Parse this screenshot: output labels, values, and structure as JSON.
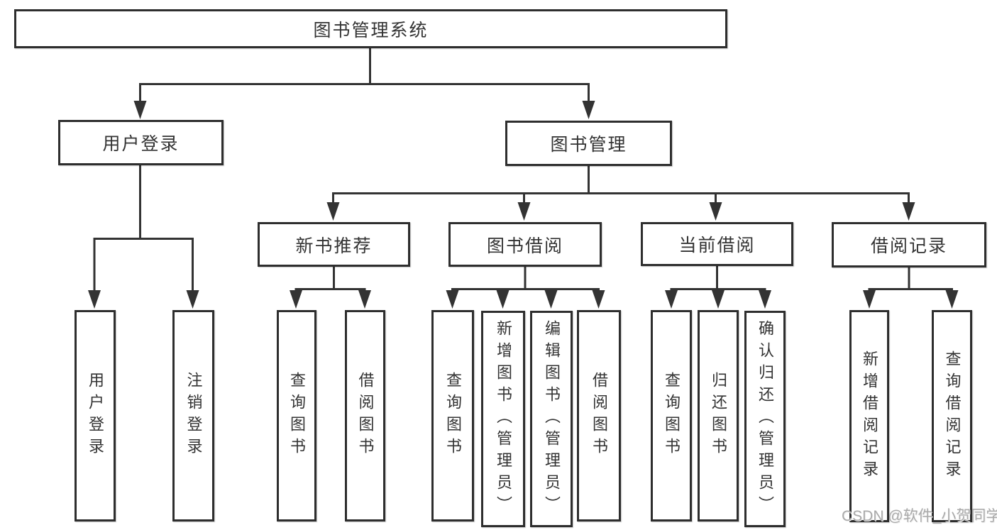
{
  "nodes": {
    "root": "图书管理系统",
    "user_login": {
      "label": "用户登录",
      "children": [
        "用户登录",
        "注销登录"
      ]
    },
    "book_management": {
      "label": "图书管理",
      "children": [
        {
          "label": "新书推荐",
          "children": [
            "查询图书",
            "借阅图书"
          ]
        },
        {
          "label": "图书借阅",
          "children": [
            "查询图书",
            "新增图书（管理员）",
            "编辑图书（管理员）",
            "借阅图书"
          ]
        },
        {
          "label": "当前借阅",
          "children": [
            "查询图书",
            "归还图书",
            "确认归还（管理员）"
          ]
        },
        {
          "label": "借阅记录",
          "children": [
            "新增借阅记录",
            "查询借阅记录"
          ]
        }
      ]
    }
  },
  "watermark": "CSDN @软件_小贺同学",
  "colors": {
    "line": "#333333",
    "box_border": "#2e2e2e",
    "text": "#333333",
    "watermark": "#aaaaaa",
    "background": "#ffffff"
  }
}
